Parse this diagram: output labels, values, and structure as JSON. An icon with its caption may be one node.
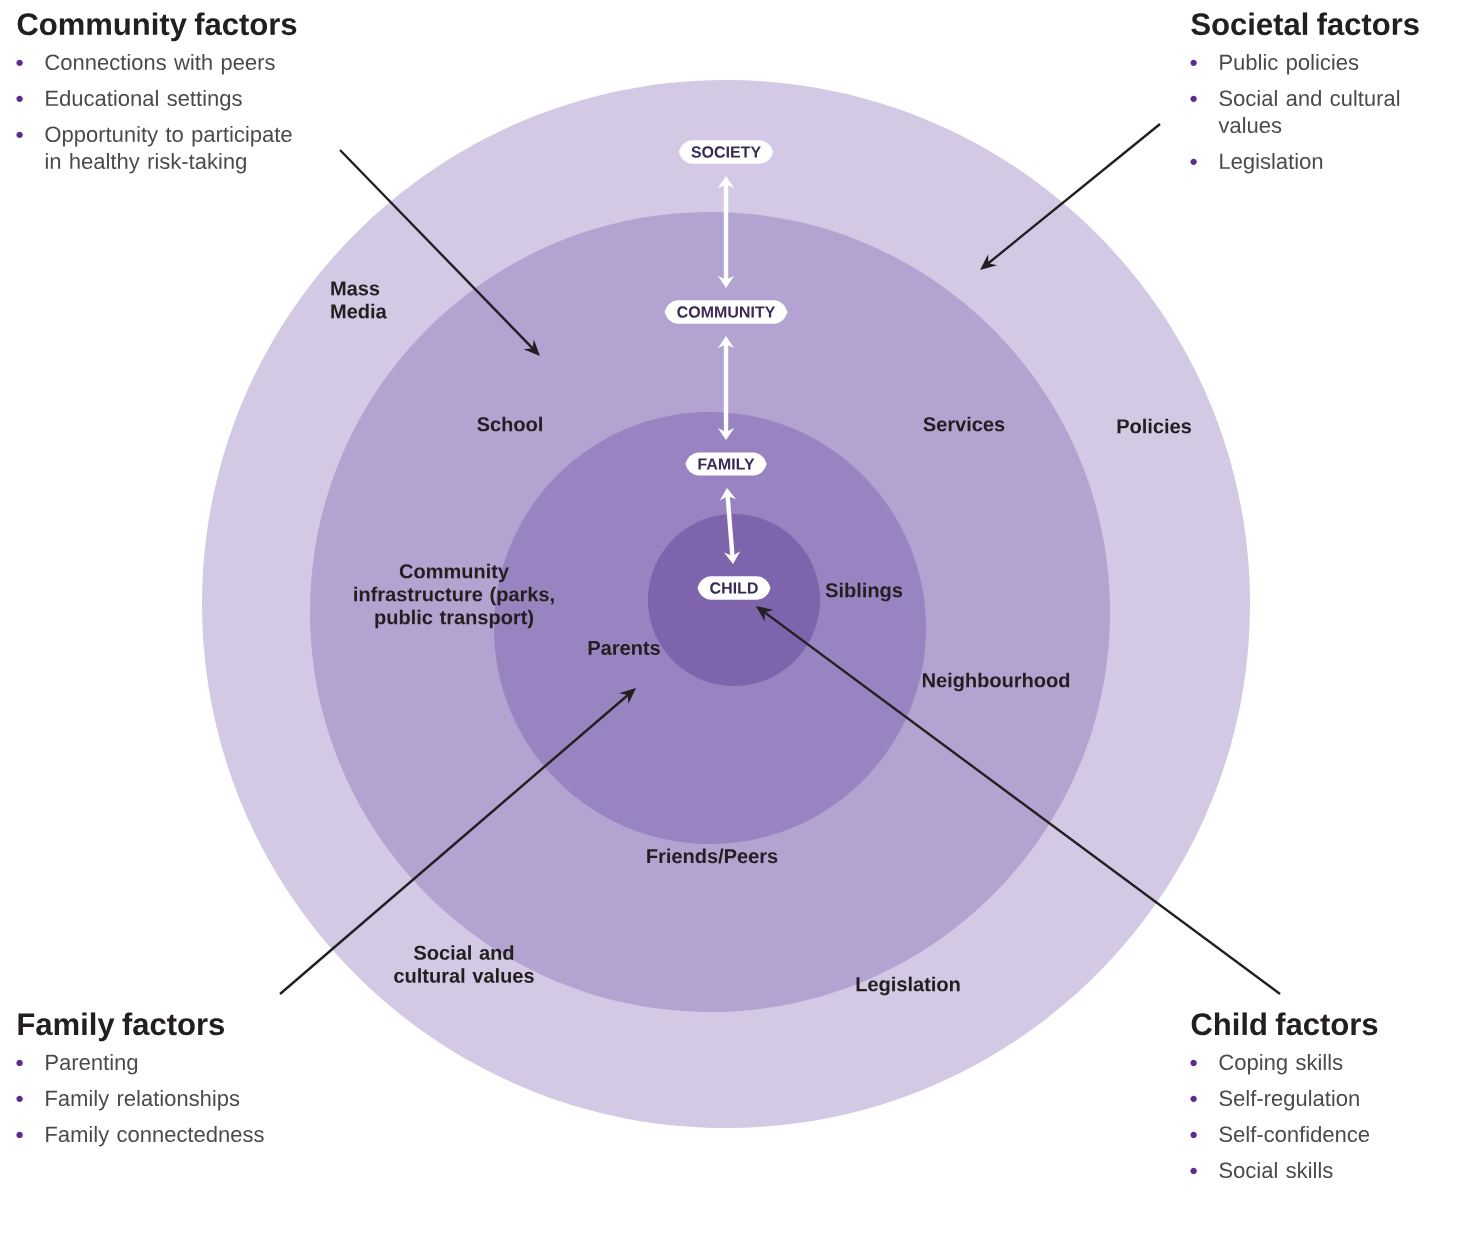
{
  "diagram": {
    "nodes": [
      {
        "text": [],
        "shape": "circle"
      },
      {
        "text": [
          "SOCIETY"
        ],
        "in": 0
      },
      {
        "text": [],
        "shape": "circle",
        "in": 0
      },
      {
        "text": [
          "COMMUNITY"
        ],
        "in": 2
      },
      {
        "text": [],
        "shape": "circle",
        "in": 2
      },
      {
        "text": [
          "FAMILY"
        ],
        "in": 4
      },
      {
        "text": [],
        "shape": "circle",
        "in": 4
      },
      {
        "text": [
          "CHILD"
        ],
        "in": 6
      },
      {
        "text": [
          "Community factors",
          "Connections with peers",
          "Educational settings",
          "Opportunity to participate in healthy risk-taking"
        ]
      },
      {
        "text": [
          "Societal factors",
          "Public policies",
          "Social and cultural values",
          "Legislation"
        ]
      },
      {
        "text": [
          "Family factors",
          "Parenting",
          "Family relationships",
          "Family connectedness"
        ]
      },
      {
        "text": [
          "Child factors",
          "Coping skills",
          "Self-regulation",
          "Self-confidence",
          "Social skills"
        ]
      }
    ],
    "edges": [
      {
        "from": 1,
        "to": 3,
        "arrow": "both",
        "color": "#ffffff"
      },
      {
        "from": 3,
        "to": 5,
        "arrow": "both",
        "color": "#ffffff"
      },
      {
        "from": 5,
        "to": 7,
        "arrow": "both",
        "color": "#ffffff"
      },
      {
        "from": 8,
        "to": 2,
        "arrow": "to"
      },
      {
        "from": 9,
        "to": 0,
        "arrow": "to"
      },
      {
        "from": 10,
        "to": 4,
        "arrow": "to"
      },
      {
        "from": 11,
        "to": 7,
        "arrow": "to"
      }
    ],
    "labels": [
      "Mass Media",
      "School",
      "Services",
      "Policies",
      "Community infrastructure (parks, public transport)",
      "Siblings",
      "Parents",
      "Neighbourhood",
      "Friends/Peers",
      "Social and cultural values",
      "Legislation"
    ]
  }
}
